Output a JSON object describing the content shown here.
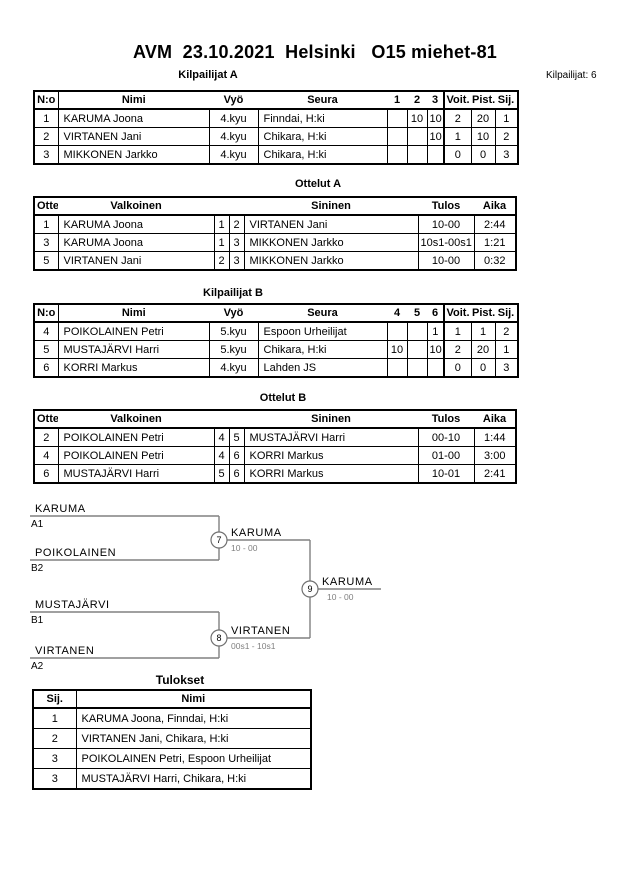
{
  "page": {
    "title": "AVM  23.10.2021  Helsinki   O15 miehet-81",
    "competitors_label": "Kilpailijat: 6"
  },
  "pool_a": {
    "title": "Kilpailijat A",
    "headers": [
      "N:o",
      "Nimi",
      "Vyö",
      "Seura",
      "1",
      "2",
      "3",
      "Voit.",
      "Pist.",
      "Sij."
    ],
    "rows": [
      [
        "1",
        "KARUMA Joona",
        "4.kyu",
        "Finndai, H:ki",
        "",
        "10",
        "10",
        "2",
        "20",
        "1"
      ],
      [
        "2",
        "VIRTANEN Jani",
        "4.kyu",
        "Chikara, H:ki",
        "",
        "",
        "10",
        "1",
        "10",
        "2"
      ],
      [
        "3",
        "MIKKONEN Jarkko",
        "4.kyu",
        "Chikara, H:ki",
        "",
        "",
        "",
        "0",
        "0",
        "3"
      ]
    ]
  },
  "matches_a": {
    "title": "Ottelut A",
    "headers": [
      "Ottelu",
      "Valkoinen",
      "Sininen",
      "Tulos",
      "Aika"
    ],
    "rows": [
      [
        "1",
        "KARUMA Joona",
        "1",
        "2",
        "VIRTANEN Jani",
        "10-00",
        "2:44"
      ],
      [
        "3",
        "KARUMA Joona",
        "1",
        "3",
        "MIKKONEN Jarkko",
        "10s1-00s1",
        "1:21"
      ],
      [
        "5",
        "VIRTANEN Jani",
        "2",
        "3",
        "MIKKONEN Jarkko",
        "10-00",
        "0:32"
      ]
    ]
  },
  "pool_b": {
    "title": "Kilpailijat B",
    "headers": [
      "N:o",
      "Nimi",
      "Vyö",
      "Seura",
      "4",
      "5",
      "6",
      "Voit.",
      "Pist.",
      "Sij."
    ],
    "rows": [
      [
        "4",
        "POIKOLAINEN Petri",
        "5.kyu",
        "Espoon Urheilijat",
        "",
        "",
        "1",
        "1",
        "1",
        "2"
      ],
      [
        "5",
        "MUSTAJÄRVI Harri",
        "5.kyu",
        "Chikara, H:ki",
        "10",
        "",
        "10",
        "2",
        "20",
        "1"
      ],
      [
        "6",
        "KORRI Markus",
        "4.kyu",
        "Lahden JS",
        "",
        "",
        "",
        "0",
        "0",
        "3"
      ]
    ]
  },
  "matches_b": {
    "title": "Ottelut B",
    "headers": [
      "Ottelu",
      "Valkoinen",
      "Sininen",
      "Tulos",
      "Aika"
    ],
    "rows": [
      [
        "2",
        "POIKOLAINEN Petri",
        "4",
        "5",
        "MUSTAJÄRVI Harri",
        "00-10",
        "1:44"
      ],
      [
        "4",
        "POIKOLAINEN Petri",
        "4",
        "6",
        "KORRI Markus",
        "01-00",
        "3:00"
      ],
      [
        "6",
        "MUSTAJÄRVI Harri",
        "5",
        "6",
        "KORRI Markus",
        "10-01",
        "2:41"
      ]
    ]
  },
  "bracket": {
    "seeds": [
      {
        "name": "KARUMA",
        "code": "A1"
      },
      {
        "name": "POIKOLAINEN",
        "code": "B2"
      },
      {
        "name": "MUSTAJÄRVI",
        "code": "B1"
      },
      {
        "name": "VIRTANEN",
        "code": "A2"
      }
    ],
    "matches": [
      {
        "number": "7",
        "winner": "KARUMA",
        "score": "10 - 00"
      },
      {
        "number": "8",
        "winner": "VIRTANEN",
        "score": "00s1 - 10s1"
      },
      {
        "number": "9",
        "winner": "KARUMA",
        "score": "10 - 00"
      }
    ],
    "line_color": "#808080",
    "score_color": "#808080"
  },
  "results": {
    "title": "Tulokset",
    "headers": [
      "Sij.",
      "Nimi"
    ],
    "rows": [
      [
        "1",
        "KARUMA Joona, Finndai, H:ki"
      ],
      [
        "2",
        "VIRTANEN Jani, Chikara, H:ki"
      ],
      [
        "3",
        "POIKOLAINEN Petri, Espoon Urheilijat"
      ],
      [
        "3",
        "MUSTAJÄRVI Harri, Chikara, H:ki"
      ]
    ]
  }
}
